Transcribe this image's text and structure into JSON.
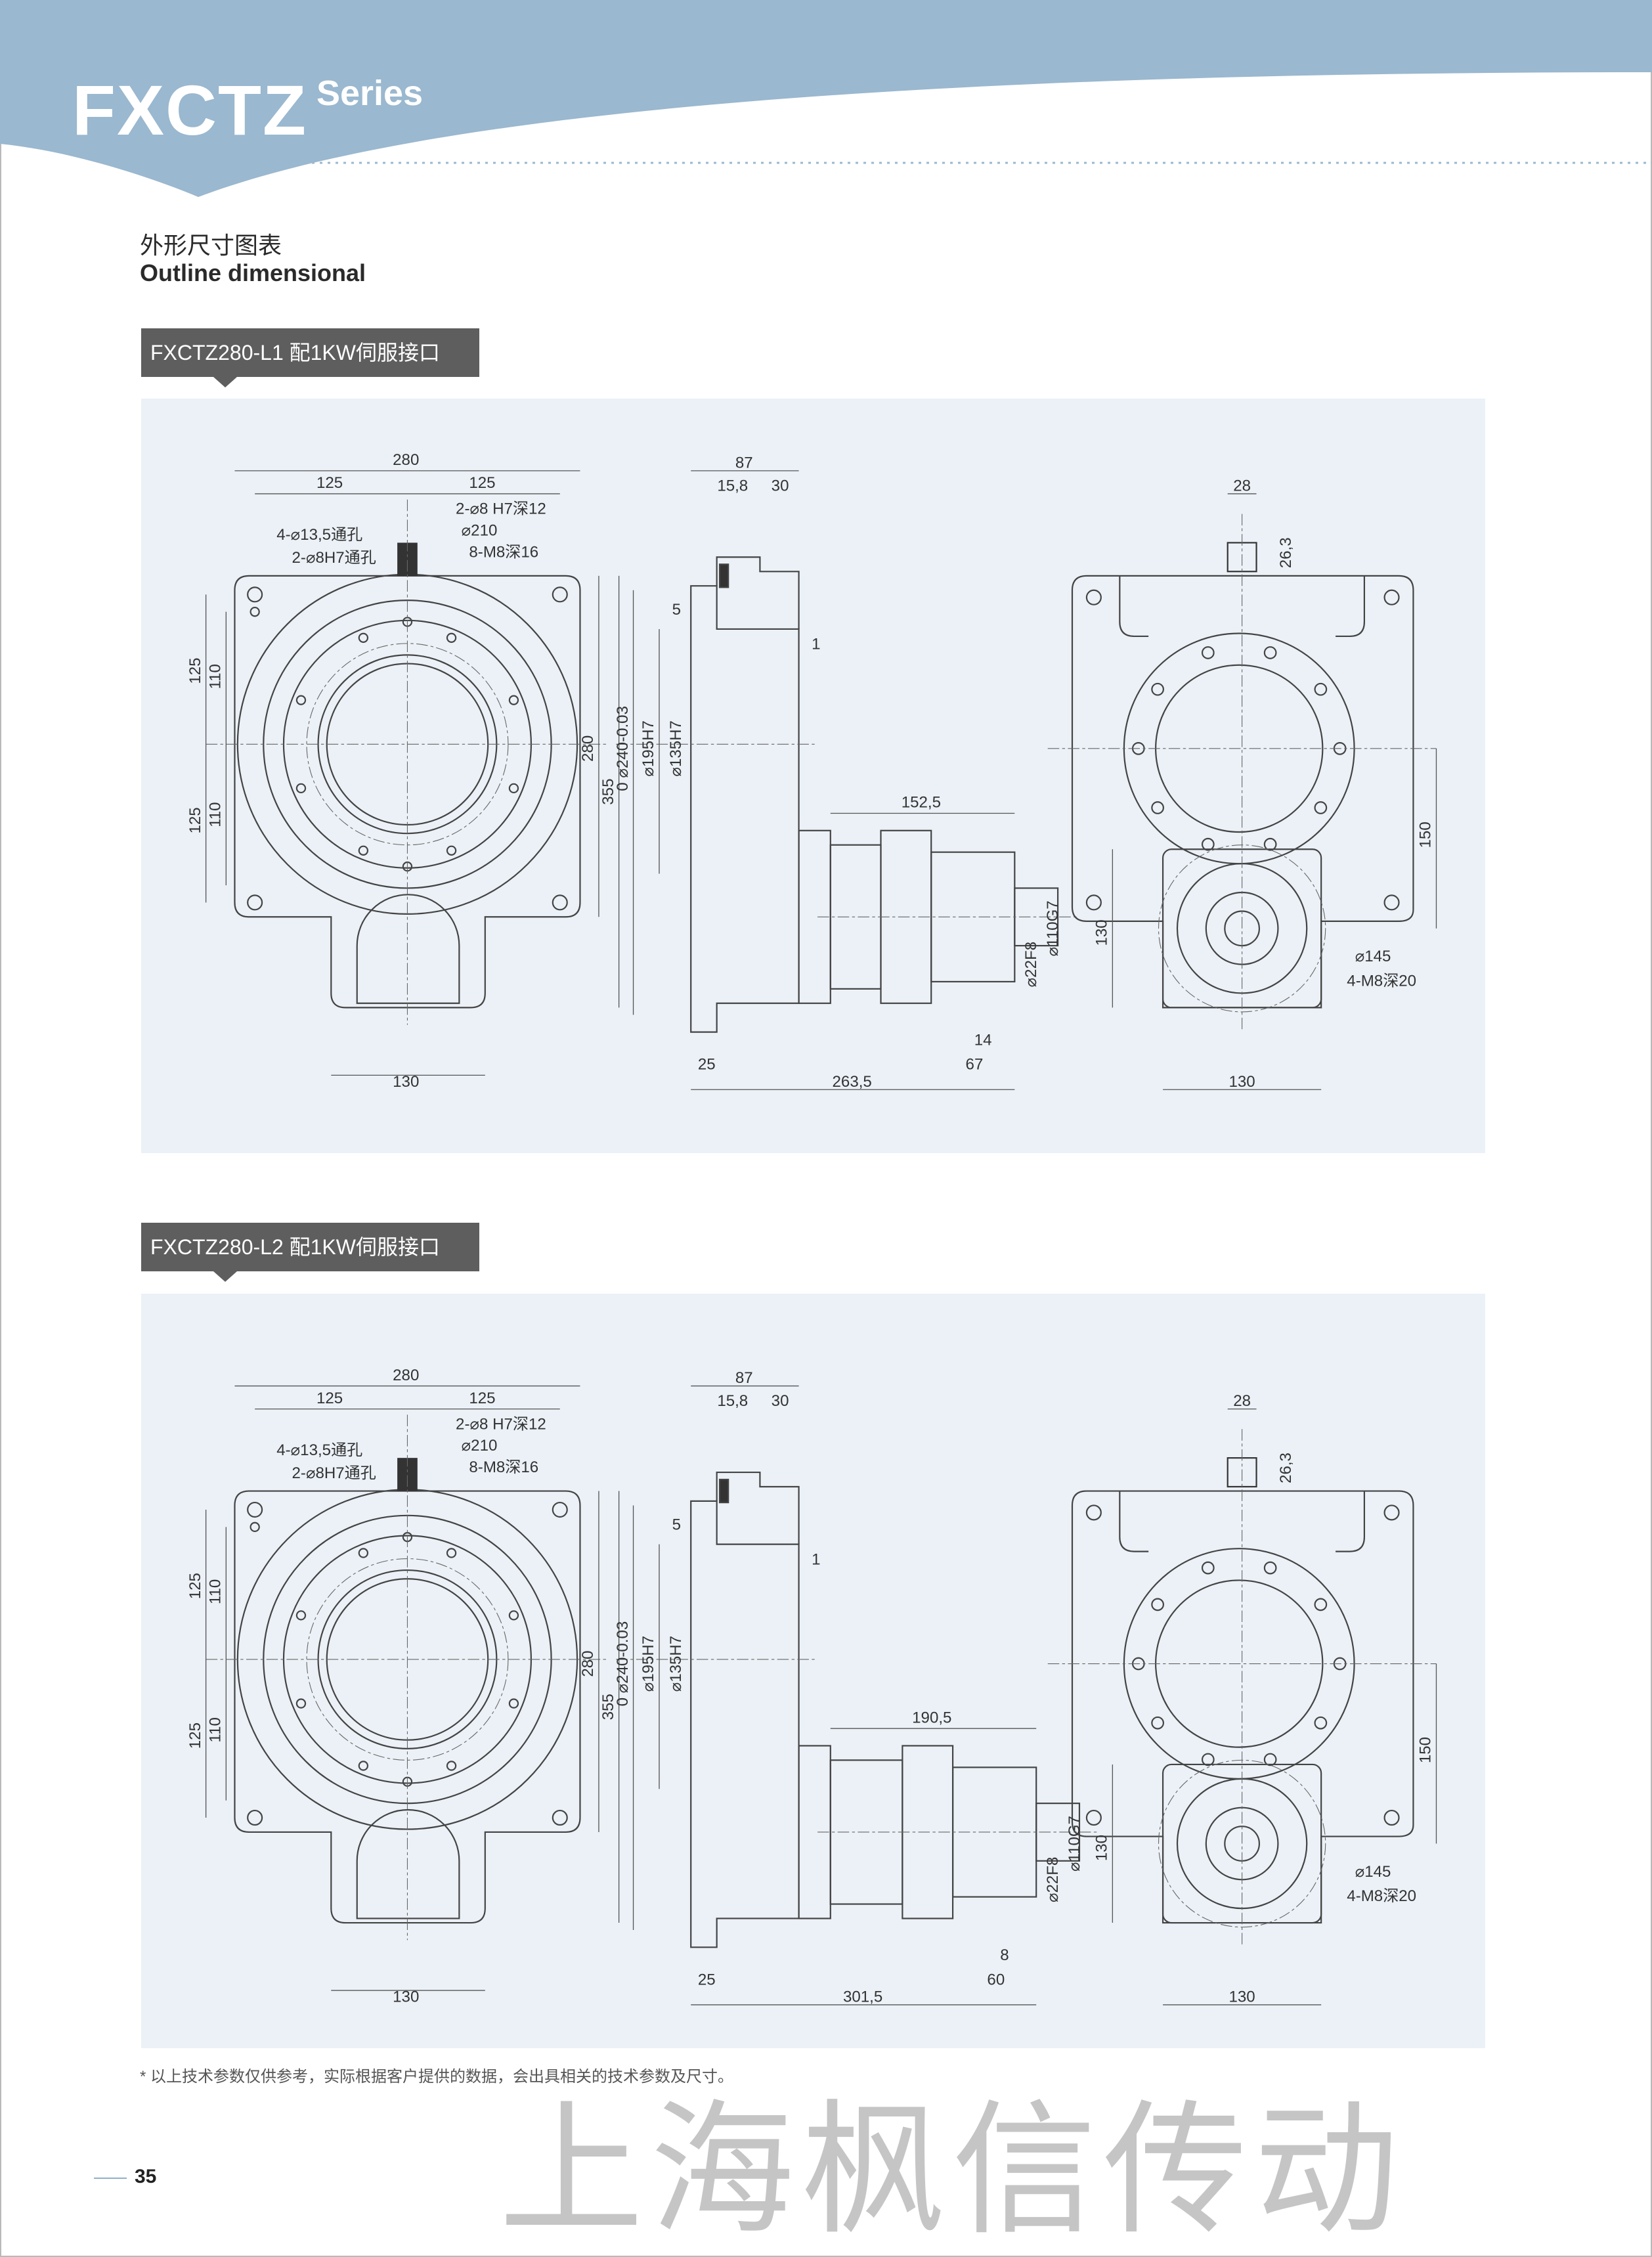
{
  "header": {
    "series_main": "FXCTZ",
    "series_sub": "Series"
  },
  "colors": {
    "band": "#9ab8cf",
    "panel": "#ebf1f7",
    "tag": "#5e5e5e",
    "line": "#444444"
  },
  "section": {
    "title_cn": "外形尺寸图表",
    "title_en": "Outline dimensional"
  },
  "drawings": [
    {
      "label": "FXCTZ280-L1 配1KW伺服接口",
      "front": {
        "w280": "280",
        "w125a": "125",
        "w125b": "125",
        "pin": "2-⌀8 H7深12",
        "pcd": "⌀210",
        "tap": "8-M8深16",
        "thru": "4-⌀13,5通孔",
        "dowel": "2-⌀8H7通孔",
        "v125a": "125",
        "v110a": "110",
        "v125b": "125",
        "v110b": "110",
        "h280": "280",
        "h355": "355",
        "b130": "130"
      },
      "side": {
        "d87": "87",
        "d158": "15,8",
        "d30": "30",
        "d5": "5",
        "d1": "1",
        "d240": "0 ⌀240-0.03",
        "d195": "⌀195H7",
        "d135": "⌀135H7",
        "motor": "152,5",
        "d110": "⌀110G7",
        "d22": "⌀22F8",
        "d14": "14",
        "d67": "67",
        "d25": "25",
        "total": "263,5"
      },
      "right": {
        "d28": "28",
        "d263": "26,3",
        "d150": "150",
        "d130v": "130",
        "d145": "⌀145",
        "tap": "4-M8深20",
        "d130": "130"
      }
    },
    {
      "label": "FXCTZ280-L2 配1KW伺服接口",
      "front": {
        "w280": "280",
        "w125a": "125",
        "w125b": "125",
        "pin": "2-⌀8 H7深12",
        "pcd": "⌀210",
        "tap": "8-M8深16",
        "thru": "4-⌀13,5通孔",
        "dowel": "2-⌀8H7通孔",
        "v125a": "125",
        "v110a": "110",
        "v125b": "125",
        "v110b": "110",
        "h280": "280",
        "h355": "355",
        "b130": "130"
      },
      "side": {
        "d87": "87",
        "d158": "15,8",
        "d30": "30",
        "d5": "5",
        "d1": "1",
        "d240": "0 ⌀240-0.03",
        "d195": "⌀195H7",
        "d135": "⌀135H7",
        "motor": "190,5",
        "d110": "⌀110G7",
        "d22": "⌀22F8",
        "d14": "8",
        "d67": "60",
        "d25": "25",
        "total": "301,5"
      },
      "right": {
        "d28": "28",
        "d263": "26,3",
        "d150": "150",
        "d130v": "130",
        "d145": "⌀145",
        "tap": "4-M8深20",
        "d130": "130"
      }
    }
  ],
  "footnote": "* 以上技术参数仅供参考，实际根据客户提供的数据，会出具相关的技术参数及尺寸。",
  "page_number": "35",
  "watermark": "上海枫信传动"
}
